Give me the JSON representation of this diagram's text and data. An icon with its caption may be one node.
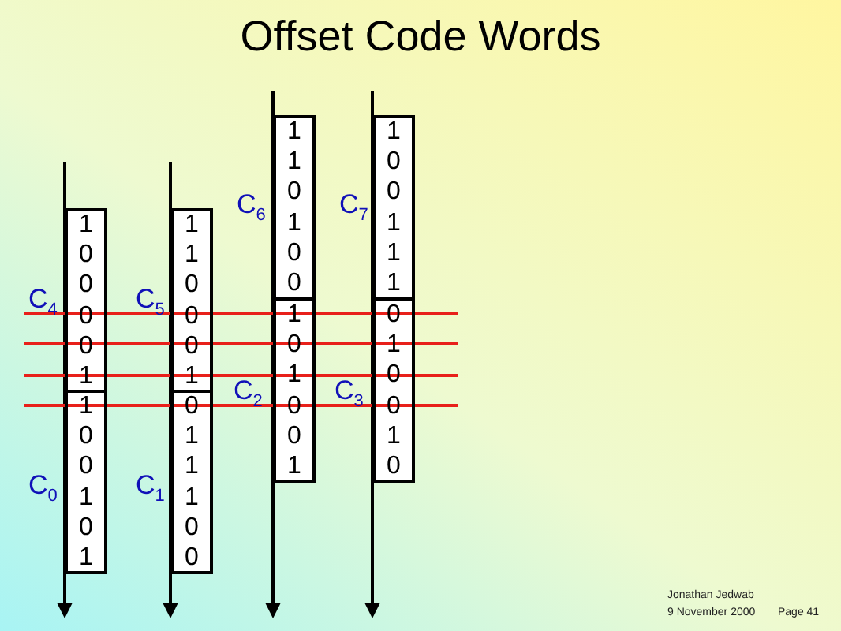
{
  "diagram": {
    "title": "Offset Code Words",
    "nodes": [
      {
        "text": [
          "1 0 0 0 0 1"
        ],
        "beside": [
          "C$_{4}$"
        ]
      },
      {
        "text": [
          "1 0 0 1 0 1"
        ],
        "beside": [
          "C$_{0}$"
        ]
      },
      {
        "text": [
          "1 1 0 0 0 1"
        ],
        "beside": [
          "C$_{5}$"
        ]
      },
      {
        "text": [
          "0 1 1 1 0 0"
        ],
        "beside": [
          "C$_{1}$"
        ]
      },
      {
        "text": [
          "1 1 0 1 0 0"
        ],
        "beside": [
          "C$_{6}$"
        ]
      },
      {
        "text": [
          "1 0 1 0 0 1"
        ],
        "beside": [
          "C$_{2}$"
        ]
      },
      {
        "text": [
          "1 0 0 1 1 1"
        ],
        "beside": [
          "C$_{7}$"
        ]
      },
      {
        "text": [
          "0 1 0 0 1 0"
        ],
        "beside": [
          "C$_{3}$"
        ]
      }
    ],
    "labels": [
      "Jonathan Jedwab",
      "9 November 2000",
      "Page 41"
    ]
  }
}
